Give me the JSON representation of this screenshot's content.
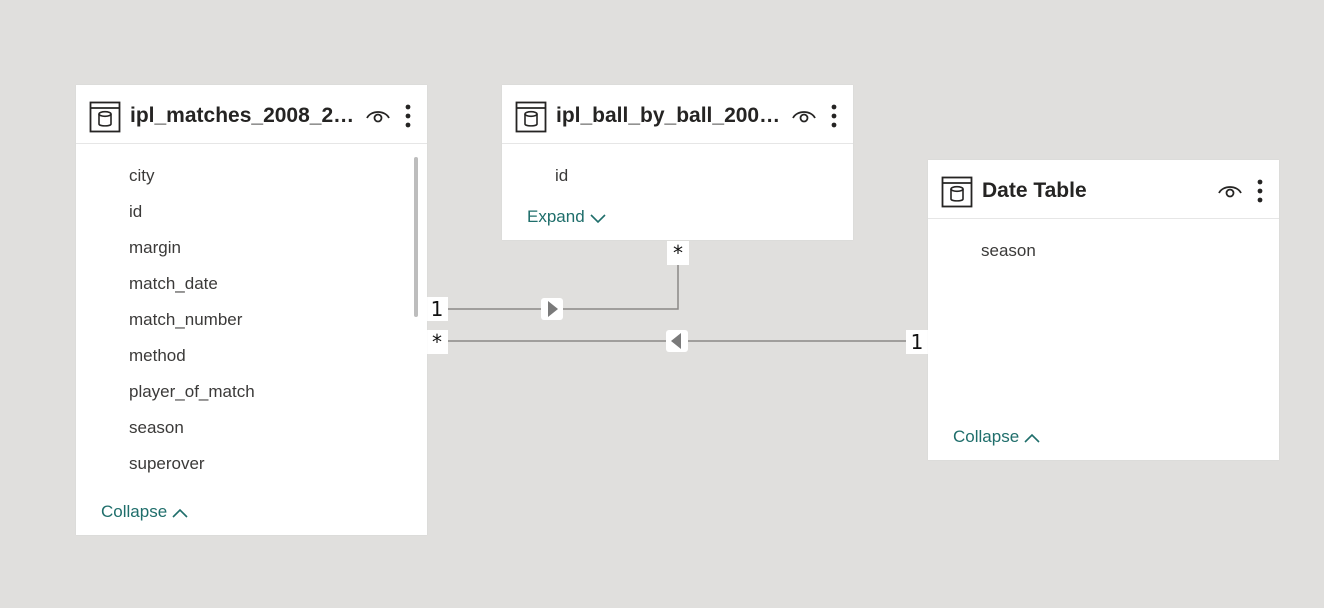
{
  "tables": {
    "matches": {
      "title": "ipl_matches_2008_2022",
      "fields": [
        "city",
        "id",
        "margin",
        "match_date",
        "match_number",
        "method",
        "player_of_match",
        "season",
        "superover"
      ],
      "toggle_label": "Collapse"
    },
    "ball_by_ball": {
      "title": "ipl_ball_by_ball_2008_...",
      "fields": [
        "id"
      ],
      "toggle_label": "Expand"
    },
    "date_table": {
      "title": "Date Table",
      "fields": [
        "season"
      ],
      "toggle_label": "Collapse"
    }
  },
  "relationships": {
    "matches_ball": {
      "from_card": "1",
      "to_card": "*"
    },
    "date_matches": {
      "from_card": "1",
      "to_card": "*"
    }
  },
  "colors": {
    "canvas_bg": "#e0dfdd",
    "card_bg": "#ffffff",
    "link_accent": "#1f6e6b",
    "line_color": "#8a8886"
  },
  "icons": {
    "table": "table-icon",
    "visibility": "eye-icon",
    "more": "more-options-icon",
    "chevron_down": "chevron-down-icon",
    "chevron_up": "chevron-up-icon",
    "filter_arrow": "filter-direction-icon"
  }
}
